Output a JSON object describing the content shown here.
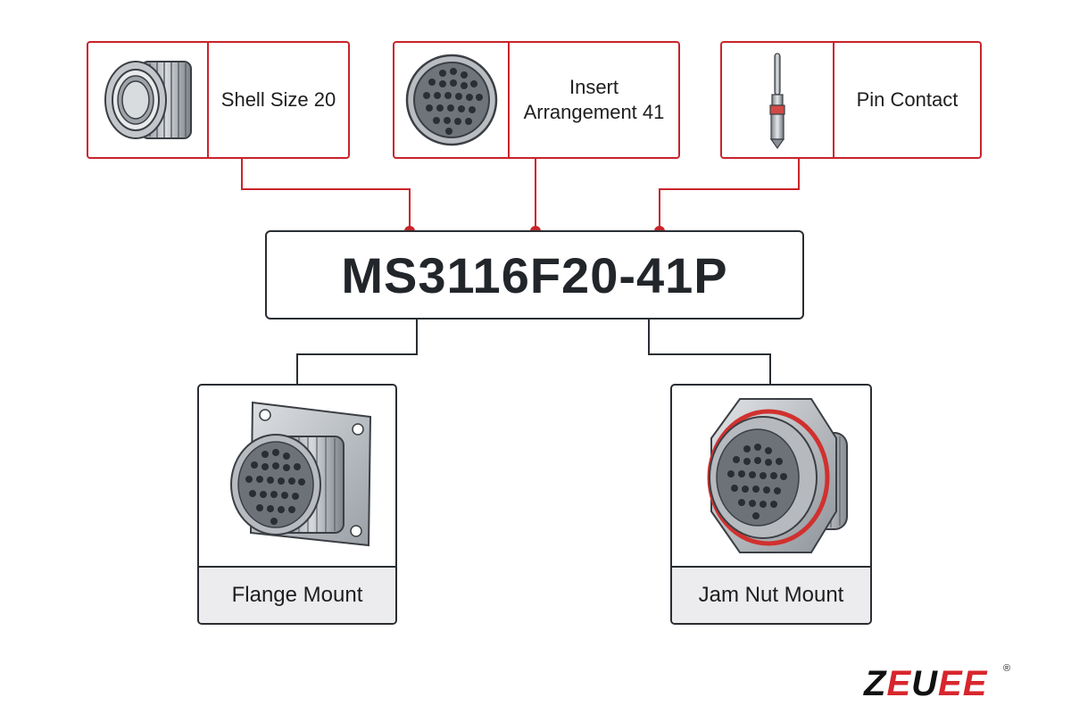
{
  "components": {
    "shell": {
      "label": "Shell Size 20",
      "icon": "shell-ring-icon"
    },
    "insert": {
      "label_line1": "Insert",
      "label_line2": "Arrangement 41",
      "icon": "insert-face-icon"
    },
    "pin": {
      "label": "Pin Contact",
      "icon": "pin-contact-icon"
    }
  },
  "part_number": "MS3116F20-41P",
  "mounts": {
    "flange": {
      "label": "Flange Mount",
      "icon": "flange-mount-connector-icon"
    },
    "jam_nut": {
      "label": "Jam Nut Mount",
      "icon": "jam-nut-connector-icon"
    }
  },
  "logo": {
    "text": "ZEUEE",
    "registered": "®"
  },
  "colors": {
    "accent": "#c9242b",
    "dark": "#2a2e33",
    "caption_bg": "#ececee"
  }
}
